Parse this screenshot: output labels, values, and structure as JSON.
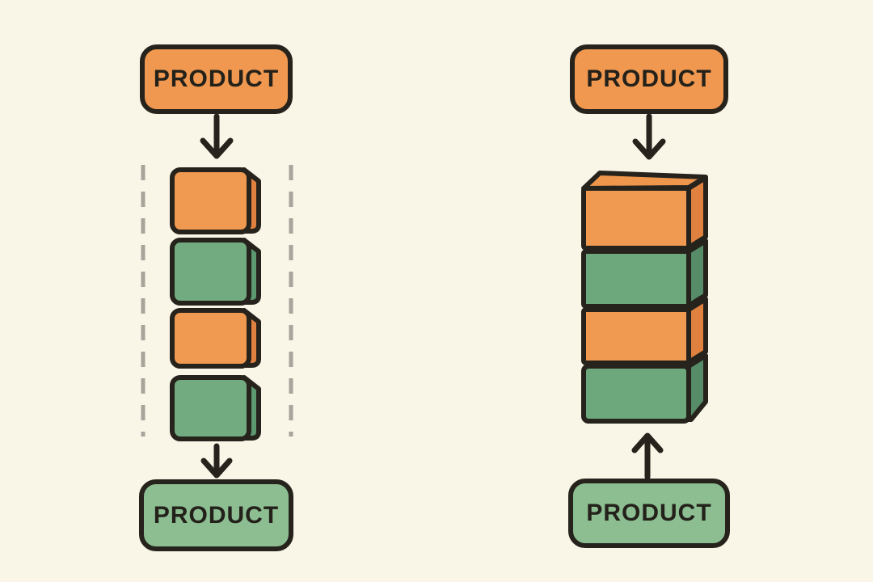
{
  "palette": {
    "background": "#F9F5E7",
    "outline": "#26231C",
    "text": "#23211A",
    "dash": "#A8A49B"
  },
  "left_flow": {
    "source_box": {
      "label": "PRODUCT",
      "fill": "#F0984F"
    },
    "result_box": {
      "label": "PRODUCT",
      "fill": "#8CBE92"
    },
    "parts": [
      {
        "color_name": "orange",
        "fill": "#F09950",
        "side_fill": "#E08140"
      },
      {
        "color_name": "green",
        "fill": "#73AB80",
        "side_fill": "#5C9870"
      },
      {
        "color_name": "orange",
        "fill": "#F09950",
        "side_fill": "#E08140"
      },
      {
        "color_name": "green",
        "fill": "#73AB80",
        "side_fill": "#5C9870"
      }
    ]
  },
  "right_flow": {
    "source_box": {
      "label": "PRODUCT",
      "fill": "#F0984F"
    },
    "result_box": {
      "label": "PRODUCT",
      "fill": "#8CBE92"
    },
    "stack": {
      "top_fill": "#EE964B",
      "layers": [
        {
          "color_name": "orange",
          "fill": "#F09950",
          "side_fill": "#E08140"
        },
        {
          "color_name": "green",
          "fill": "#6DA77C",
          "side_fill": "#568C67"
        },
        {
          "color_name": "orange",
          "fill": "#F09950",
          "side_fill": "#E08140"
        },
        {
          "color_name": "green",
          "fill": "#6DA77C",
          "side_fill": "#568C67"
        }
      ]
    }
  }
}
